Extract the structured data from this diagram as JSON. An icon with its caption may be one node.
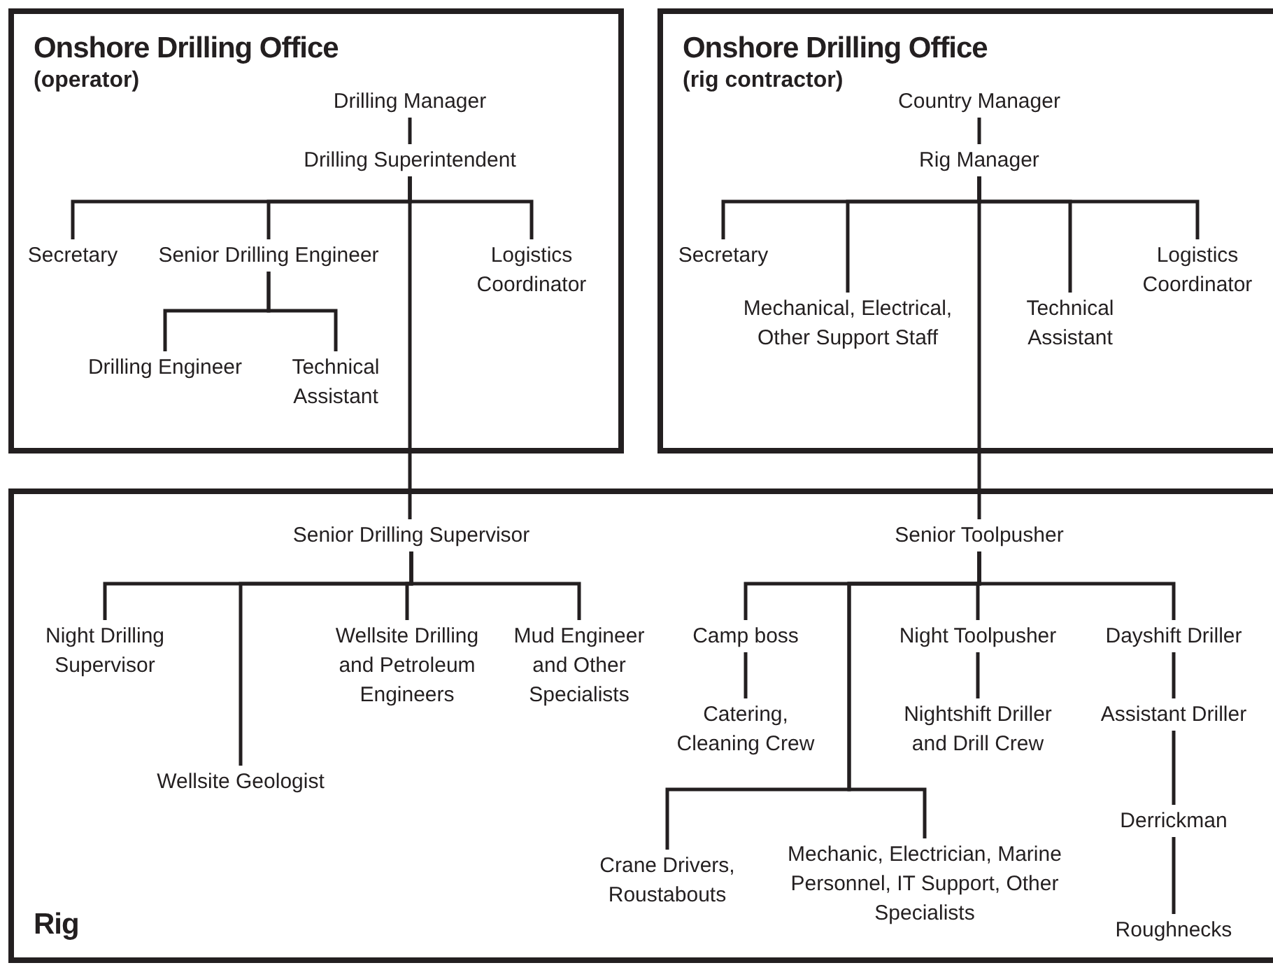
{
  "diagram": {
    "nodes": [
      {
        "text": [
          "Onshore Drilling Office",
          "(operator)"
        ]
      },
      {
        "text": [
          "Drilling Manager"
        ],
        "in": 0
      },
      {
        "text": [
          "Drilling Superintendent"
        ],
        "in": 0
      },
      {
        "text": [
          "Secretary"
        ],
        "in": 0
      },
      {
        "text": [
          "Senior Drilling Engineer"
        ],
        "in": 0
      },
      {
        "text": [
          "Logistics Coordinator"
        ],
        "in": 0
      },
      {
        "text": [
          "Drilling Engineer"
        ],
        "in": 0
      },
      {
        "text": [
          "Technical Assistant"
        ],
        "in": 0
      },
      {
        "text": [
          "Onshore Drilling Office",
          "(rig contractor)"
        ]
      },
      {
        "text": [
          "Country Manager"
        ],
        "in": 8
      },
      {
        "text": [
          "Rig Manager"
        ],
        "in": 8
      },
      {
        "text": [
          "Secretary"
        ],
        "in": 8
      },
      {
        "text": [
          "Mechanical, Electrical, Other Support Staff"
        ],
        "in": 8
      },
      {
        "text": [
          "Technical Assistant"
        ],
        "in": 8
      },
      {
        "text": [
          "Logistics Coordinator"
        ],
        "in": 8
      },
      {
        "text": [
          "Rig"
        ]
      },
      {
        "text": [
          "Senior Drilling Supervisor"
        ],
        "in": 15
      },
      {
        "text": [
          "Night Drilling Supervisor"
        ],
        "in": 15
      },
      {
        "text": [
          "Wellsite Geologist"
        ],
        "in": 15
      },
      {
        "text": [
          "Wellsite Drilling and Petroleum Engineers"
        ],
        "in": 15
      },
      {
        "text": [
          "Mud Engineer and Other Specialists"
        ],
        "in": 15
      },
      {
        "text": [
          "Senior Toolpusher"
        ],
        "in": 15
      },
      {
        "text": [
          "Camp boss"
        ],
        "in": 15
      },
      {
        "text": [
          "Catering, Cleaning Crew"
        ],
        "in": 15
      },
      {
        "text": [
          "Night Toolpusher"
        ],
        "in": 15
      },
      {
        "text": [
          "Nightshift Driller and Drill Crew"
        ],
        "in": 15
      },
      {
        "text": [
          "Dayshift Driller"
        ],
        "in": 15
      },
      {
        "text": [
          "Assistant Driller"
        ],
        "in": 15
      },
      {
        "text": [
          "Derrickman"
        ],
        "in": 15
      },
      {
        "text": [
          "Crane Drivers, Roustabouts"
        ],
        "in": 15
      },
      {
        "text": [
          "Mechanic, Electrician, Marine Personnel, IT Support, Other Specialists"
        ],
        "in": 15
      },
      {
        "text": [
          "Roughnecks"
        ],
        "in": 15
      }
    ],
    "edges": [
      {
        "from": 1,
        "to": 2,
        "arrow": "none"
      },
      {
        "from": 2,
        "to": 3,
        "arrow": "none"
      },
      {
        "from": 2,
        "to": 4,
        "arrow": "none"
      },
      {
        "from": 2,
        "to": 5,
        "arrow": "none"
      },
      {
        "from": 4,
        "to": 6,
        "arrow": "none"
      },
      {
        "from": 4,
        "to": 7,
        "arrow": "none"
      },
      {
        "from": 2,
        "to": 16,
        "arrow": "none"
      },
      {
        "from": 9,
        "to": 10,
        "arrow": "none"
      },
      {
        "from": 10,
        "to": 11,
        "arrow": "none"
      },
      {
        "from": 10,
        "to": 12,
        "arrow": "none"
      },
      {
        "from": 10,
        "to": 13,
        "arrow": "none"
      },
      {
        "from": 10,
        "to": 14,
        "arrow": "none"
      },
      {
        "from": 10,
        "to": 21,
        "arrow": "none"
      },
      {
        "from": 16,
        "to": 17,
        "arrow": "none"
      },
      {
        "from": 16,
        "to": 18,
        "arrow": "none"
      },
      {
        "from": 16,
        "to": 19,
        "arrow": "none"
      },
      {
        "from": 16,
        "to": 20,
        "arrow": "none"
      },
      {
        "from": 21,
        "to": 22,
        "arrow": "none"
      },
      {
        "from": 21,
        "to": 24,
        "arrow": "none"
      },
      {
        "from": 21,
        "to": 26,
        "arrow": "none"
      },
      {
        "from": 22,
        "to": 23,
        "arrow": "none"
      },
      {
        "from": 24,
        "to": 25,
        "arrow": "none"
      },
      {
        "from": 26,
        "to": 27,
        "arrow": "none"
      },
      {
        "from": 27,
        "to": 28,
        "arrow": "none"
      },
      {
        "from": 28,
        "to": 31,
        "arrow": "none"
      },
      {
        "from": 21,
        "to": 29,
        "arrow": "none"
      },
      {
        "from": 21,
        "to": 30,
        "arrow": "none"
      }
    ]
  }
}
